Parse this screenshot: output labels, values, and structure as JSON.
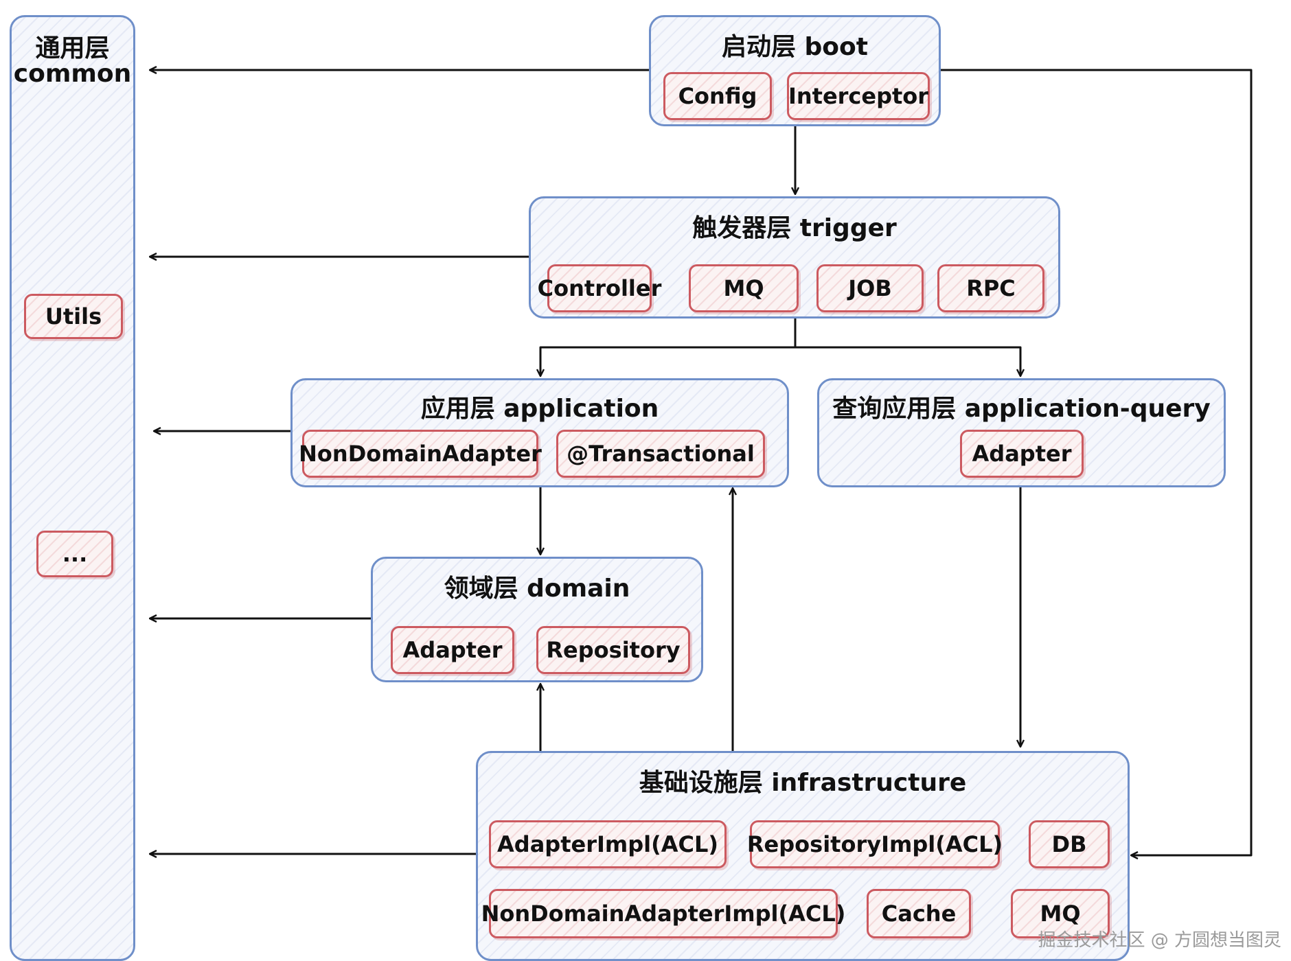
{
  "common": {
    "title_cn": "通用层",
    "title_en": "common",
    "items": [
      "Utils",
      "..."
    ]
  },
  "boot": {
    "title": "启动层  boot",
    "items": [
      "Config",
      "Interceptor"
    ]
  },
  "trigger": {
    "title": "触发器层  trigger",
    "items": [
      "Controller",
      "MQ",
      "JOB",
      "RPC"
    ]
  },
  "application": {
    "title": "应用层  application",
    "items": [
      "NonDomainAdapter",
      "@Transactional"
    ]
  },
  "query": {
    "title": "查询应用层  application-query",
    "items": [
      "Adapter"
    ]
  },
  "domain": {
    "title": "领域层  domain",
    "items": [
      "Adapter",
      "Repository"
    ]
  },
  "infra": {
    "title": "基础设施层  infrastructure",
    "items": [
      "AdapterImpl(ACL)",
      "RepositoryImpl(ACL)",
      "DB",
      "NonDomainAdapterImpl(ACL)",
      "Cache",
      "MQ"
    ]
  },
  "watermark": "掘金技术社区 @ 方圆想当图灵",
  "colors": {
    "layer_border": "#6f8fc9",
    "component_border": "#cc5a60",
    "arrow": "#111111"
  }
}
